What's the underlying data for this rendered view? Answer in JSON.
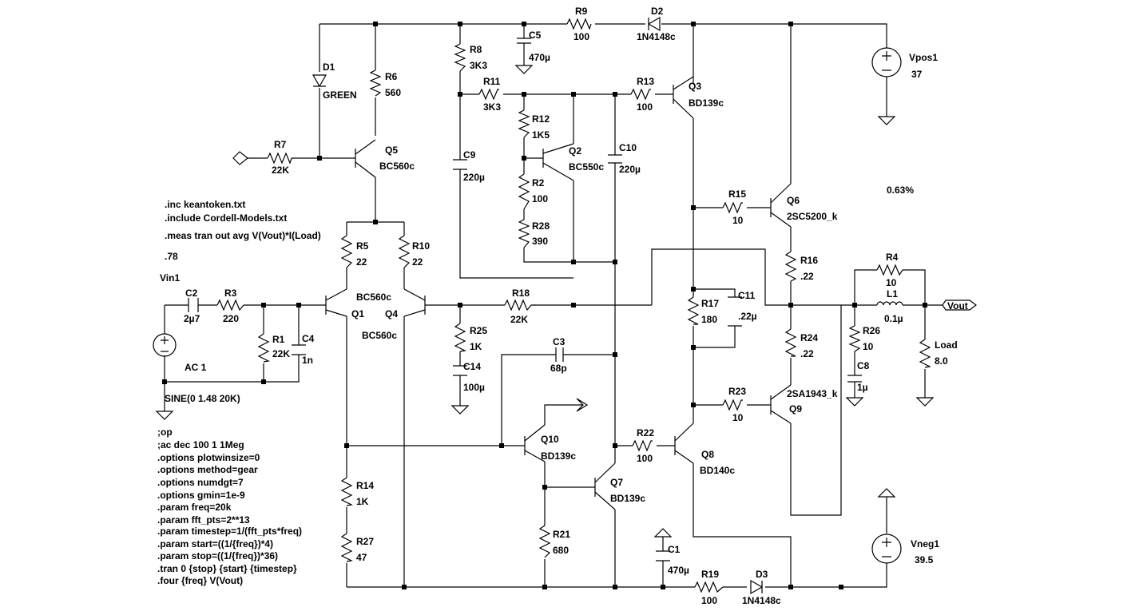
{
  "components": [
    {
      "id": "R9",
      "value": "100"
    },
    {
      "id": "D2",
      "value": "1N4148c"
    },
    {
      "id": "C5",
      "value": "470µ"
    },
    {
      "id": "R8",
      "value": "3K3"
    },
    {
      "id": "D1",
      "value": "GREEN"
    },
    {
      "id": "R6",
      "value": "560"
    },
    {
      "id": "R11",
      "value": "3K3"
    },
    {
      "id": "R13",
      "value": "100"
    },
    {
      "id": "Q3",
      "value": "BD139c"
    },
    {
      "id": "R12",
      "value": "1K5"
    },
    {
      "id": "Q2",
      "value": "BC550c"
    },
    {
      "id": "C10",
      "value": "220µ"
    },
    {
      "id": "R7",
      "value": "22K"
    },
    {
      "id": "Q5",
      "value": "BC560c"
    },
    {
      "id": "C9",
      "value": "220µ"
    },
    {
      "id": "R2",
      "value": "100"
    },
    {
      "id": "R28",
      "value": "390"
    },
    {
      "id": "R15",
      "value": "10"
    },
    {
      "id": "Q6",
      "value": "2SC5200_k"
    },
    {
      "id": "R5",
      "value": "22"
    },
    {
      "id": "R10",
      "value": "22"
    },
    {
      "id": "R16",
      "value": ".22"
    },
    {
      "id": "R4",
      "value": "10"
    },
    {
      "id": "C2",
      "value": "2µ7"
    },
    {
      "id": "R3",
      "value": "220"
    },
    {
      "id": "Q1",
      "value": "BC560c"
    },
    {
      "id": "Q4",
      "value": "BC560c"
    },
    {
      "id": "R18",
      "value": "22K"
    },
    {
      "id": "R17",
      "value": "180"
    },
    {
      "id": "C11",
      "value": ".22µ"
    },
    {
      "id": "L1",
      "value": "0.1µ"
    },
    {
      "id": "R1",
      "value": "22K"
    },
    {
      "id": "C4",
      "value": "1n"
    },
    {
      "id": "R25",
      "value": "1K"
    },
    {
      "id": "R26",
      "value": "10"
    },
    {
      "id": "R24",
      "value": ".22"
    },
    {
      "id": "C3",
      "value": "68p"
    },
    {
      "id": "C14",
      "value": "100µ"
    },
    {
      "id": "Load",
      "value": "8.0"
    },
    {
      "id": "C8",
      "value": "1µ"
    },
    {
      "id": "R23",
      "value": "10"
    },
    {
      "id": "Q9",
      "value": "2SA1943_k"
    },
    {
      "id": "Q10",
      "value": "BD139c"
    },
    {
      "id": "R22",
      "value": "100"
    },
    {
      "id": "Q8",
      "value": "BD140c"
    },
    {
      "id": "Q7",
      "value": "BD139c"
    },
    {
      "id": "R14",
      "value": "1K"
    },
    {
      "id": "R21",
      "value": "680"
    },
    {
      "id": "C1",
      "value": "470µ"
    },
    {
      "id": "R27",
      "value": "47"
    },
    {
      "id": "R19",
      "value": "100"
    },
    {
      "id": "D3",
      "value": "1N4148c"
    }
  ],
  "sources": {
    "vpos": {
      "name": "Vpos1",
      "value": "37"
    },
    "vneg": {
      "name": "Vneg1",
      "value": "39.5"
    },
    "vin": {
      "name": "Vin1",
      "ac": "AC 1",
      "sine": "SINE(0 1.48 20K)"
    }
  },
  "net_labels": {
    "vout": "Vout"
  },
  "readouts": {
    "result": ".78",
    "percent": "0.63%"
  },
  "directives_top": [
    ".inc keantoken.txt",
    ".include Cordell-Models.txt",
    ".meas tran out avg V(Vout)*I(Load)"
  ],
  "directives_bottom": [
    ";op",
    ";ac dec 100 1 1Meg",
    ".options plotwinsize=0",
    ".options method=gear",
    ".options numdgt=7",
    ".options gmin=1e-9",
    ".param freq=20k",
    ".param fft_pts=2**13",
    ".param timestep=1/(fft_pts*freq)",
    ".param start=((1/{freq})*4)",
    ".param stop=((1/{freq})*36)",
    ".tran 0 {stop} {start} {timestep}",
    ".four {freq} V(Vout)"
  ]
}
